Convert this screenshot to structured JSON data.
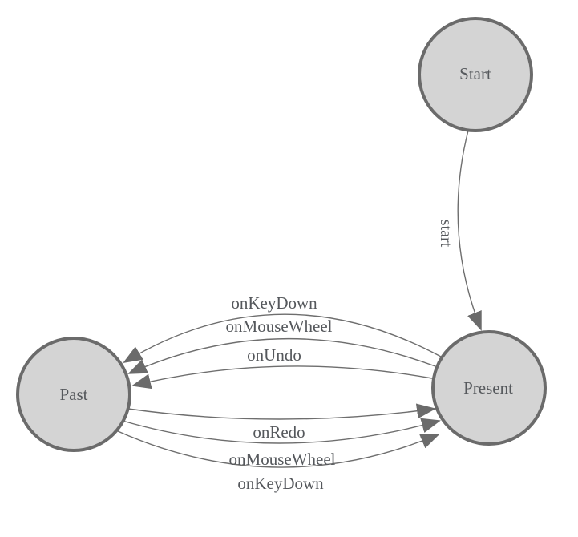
{
  "diagram": {
    "type": "state-diagram",
    "colors": {
      "background": "#ffffff",
      "node_fill": "#d4d4d4",
      "node_stroke": "#6b6b6b",
      "edge_stroke": "#6e6e6e",
      "arrowhead_fill": "#6b6b6b",
      "label_text": "#55585c"
    },
    "nodes": [
      {
        "id": "start",
        "label": "Start"
      },
      {
        "id": "present",
        "label": "Present"
      },
      {
        "id": "past",
        "label": "Past"
      }
    ],
    "edges": [
      {
        "from": "Start",
        "to": "Present",
        "label": "start"
      },
      {
        "from": "Present",
        "to": "Past",
        "label": "onKeyDown"
      },
      {
        "from": "Present",
        "to": "Past",
        "label": "onMouseWheel"
      },
      {
        "from": "Present",
        "to": "Past",
        "label": "onUndo"
      },
      {
        "from": "Past",
        "to": "Present",
        "label": "onRedo"
      },
      {
        "from": "Past",
        "to": "Present",
        "label": "onMouseWheel"
      },
      {
        "from": "Past",
        "to": "Present",
        "label": "onKeyDown"
      }
    ]
  }
}
